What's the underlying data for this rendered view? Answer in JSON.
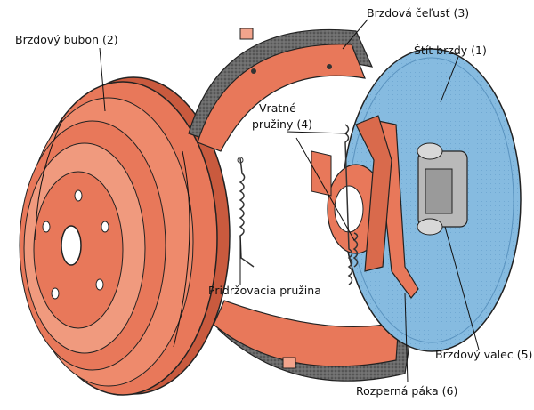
{
  "labels": {
    "drum": "Brzdový bubon (2)",
    "shoe": "Brzdová čeľusť (3)",
    "shield": "Štít brzdy (1)",
    "return_springs_line1": "Vratné",
    "return_springs_line2": "pružiny (4)",
    "hold_spring": "Pridržovacia pružina",
    "cylinder": "Brzdový valec (5)",
    "lever": "Rozperná páka (6)"
  },
  "colors": {
    "drum": "#e8785a",
    "drum_dark": "#c95a3e",
    "drum_light": "#f3a48c",
    "shield": "#7fb6dc",
    "shield_dark": "#5a93bf",
    "lining": "#5a5a5a",
    "outline": "#222222",
    "cylinder": "#b9b9b9"
  }
}
